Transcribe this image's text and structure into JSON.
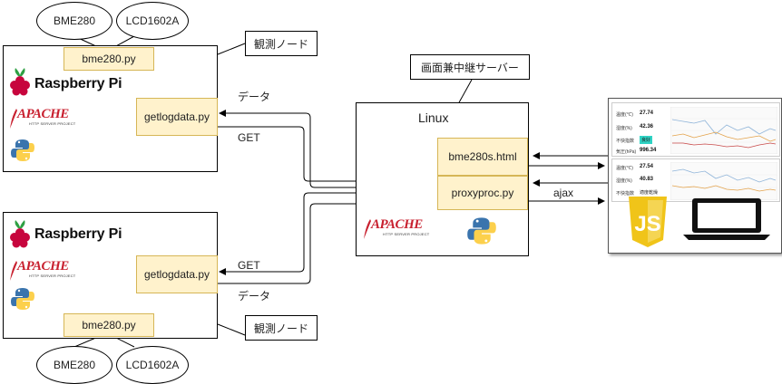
{
  "top_node": {
    "sensor1": "BME280",
    "sensor2": "LCD1602A",
    "script": "bme280.py",
    "callout": "観測ノード",
    "brand": "Raspberry Pi",
    "apache": "APACHE",
    "apache_sub": "HTTP SERVER PROJECT",
    "getlog": "getlogdata.py",
    "data_label": "データ",
    "get_label": "GET"
  },
  "bottom_node": {
    "sensor1": "BME280",
    "sensor2": "LCD1602A",
    "script": "bme280.py",
    "callout": "観測ノード",
    "brand": "Raspberry Pi",
    "apache": "APACHE",
    "apache_sub": "HTTP SERVER PROJECT",
    "getlog": "getlogdata.py",
    "data_label": "データ",
    "get_label": "GET"
  },
  "server": {
    "callout": "画面兼中継サーバー",
    "os": "Linux",
    "html_file": "bme280s.html",
    "proxy": "proxyproc.py",
    "apache": "APACHE",
    "apache_sub": "HTTP SERVER PROJECT"
  },
  "client": {
    "ajax_label": "ajax",
    "screenshot": {
      "panel1": {
        "temp": "27.74",
        "hum": "42.36",
        "status": "良好",
        "press": "996.34"
      },
      "panel2": {
        "temp": "27.54",
        "hum": "40.83",
        "status": "適度乾燥"
      }
    }
  },
  "colors": {
    "note_fill": "#fff2cc",
    "note_border": "#d6b656",
    "apache_red": "#c8202f",
    "js_yellow": "#f0c419"
  }
}
